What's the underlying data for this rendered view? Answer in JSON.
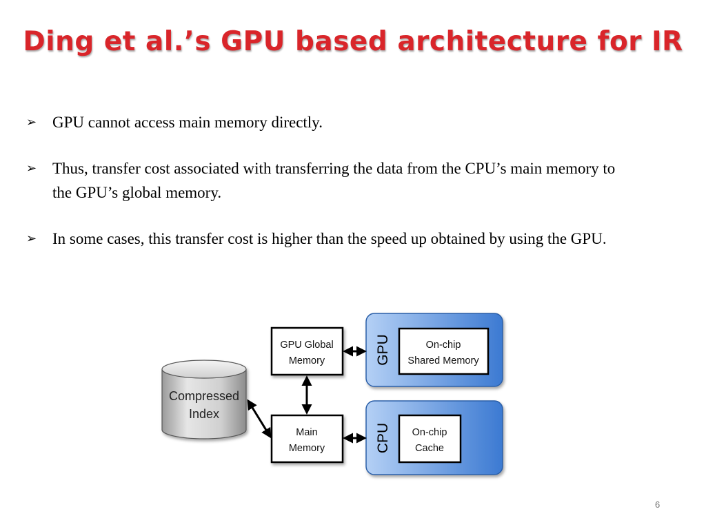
{
  "slide": {
    "title": "Ding et al.’s GPU based architecture for IR",
    "page_number": "6",
    "bullet_marker": "➢"
  },
  "bullets": [
    "GPU cannot access main memory directly.",
    "Thus, transfer cost associated with transferring the data from the CPU’s main memory to the GPU’s global memory.",
    "In some cases, this transfer cost is higher than the speed up obtained by using the GPU."
  ],
  "diagram": {
    "compressed_index": [
      "Compressed",
      "Index"
    ],
    "gpu_global_memory": [
      "GPU Global",
      "Memory"
    ],
    "main_memory": [
      "Main",
      "Memory"
    ],
    "gpu_label": "GPU",
    "cpu_label": "CPU",
    "onchip_shared_memory": [
      "On-chip",
      "Shared Memory"
    ],
    "onchip_cache": [
      "On-chip",
      "Cache"
    ],
    "colors": {
      "title": "#d9252a",
      "panel_light": "#a9c8f2",
      "panel_dark": "#3f7fd4",
      "cylinder": "#c8c8c8"
    }
  }
}
